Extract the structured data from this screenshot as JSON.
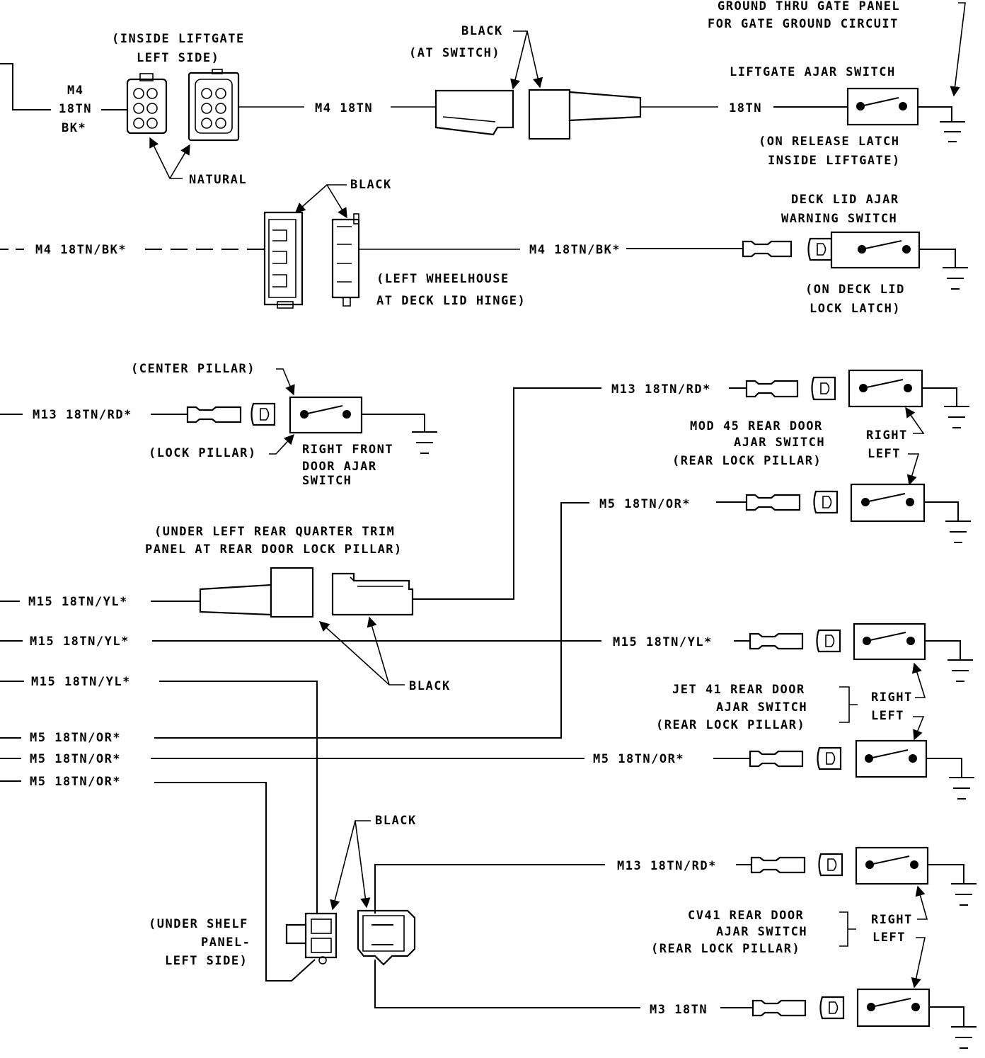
{
  "diagram": {
    "wires": {
      "m4_18tn_bk_left": [
        "M4",
        "18TN",
        "BK*"
      ],
      "m4_18tn_mid": "M4 18TN",
      "tn18_liftgate": "18TN",
      "m4_18tn_bk_left2": "M4 18TN/BK*",
      "m4_18tn_bk_right": "M4 18TN/BK*",
      "m13_left": "M13 18TN/RD*",
      "m13_right_top": "M13 18TN/RD*",
      "m5_right_top": "M5 18TN/OR*",
      "m15_a": "M15 18TN/YL*",
      "m15_b": "M15 18TN/YL*",
      "m15_b_right": "M15 18TN/YL*",
      "m15_c": "M15 18TN/YL*",
      "m5_a": "M5 18TN/OR*",
      "m5_b": "M5 18TN/OR*",
      "m5_b_right": "M5 18TN/OR*",
      "m5_c": "M5 18TN/OR*",
      "m13_bottom": "M13 18TN/RD*",
      "m3_bottom": "M3 18TN"
    },
    "notes": {
      "ground_gate": [
        "GROUND THRU GATE PANEL",
        "FOR GATE GROUND CIRCUIT"
      ],
      "inside_liftgate": [
        "(INSIDE LIFTGATE",
        "LEFT SIDE)"
      ],
      "natural": "NATURAL",
      "black_at_switch": "BLACK",
      "at_switch": "(AT SWITCH)",
      "liftgate_switch": "LIFTGATE AJAR SWITCH",
      "release_latch": [
        "(ON RELEASE LATCH",
        "INSIDE LIFTGATE)"
      ],
      "black_deck": "BLACK",
      "deck_switch": [
        "DECK LID AJAR",
        "WARNING SWITCH"
      ],
      "wheelhouse": [
        "(LEFT WHEELHOUSE",
        "AT DECK LID HINGE)"
      ],
      "deck_latch": [
        "(ON DECK LID",
        "LOCK LATCH)"
      ],
      "center_pillar": "(CENTER PILLAR)",
      "lock_pillar": "(LOCK PILLAR)",
      "right_front": [
        "RIGHT FRONT",
        "DOOR AJAR",
        "SWITCH"
      ],
      "mod45": [
        "MOD 45 REAR DOOR",
        "AJAR SWITCH",
        "(REAR LOCK PILLAR)"
      ],
      "right": "RIGHT",
      "left": "LEFT",
      "quarter_trim": [
        "(UNDER LEFT REAR QUARTER TRIM",
        "PANEL AT REAR DOOR LOCK PILLAR)"
      ],
      "black_quarter": "BLACK",
      "jet41": [
        "JET 41 REAR DOOR",
        "AJAR SWITCH",
        "(REAR LOCK PILLAR)"
      ],
      "black_shelf": "BLACK",
      "under_shelf": [
        "(UNDER SHELF",
        "PANEL-",
        "LEFT SIDE)"
      ],
      "cv41": [
        "CV41 REAR DOOR",
        "AJAR SWITCH",
        "(REAR LOCK PILLAR)"
      ]
    }
  }
}
